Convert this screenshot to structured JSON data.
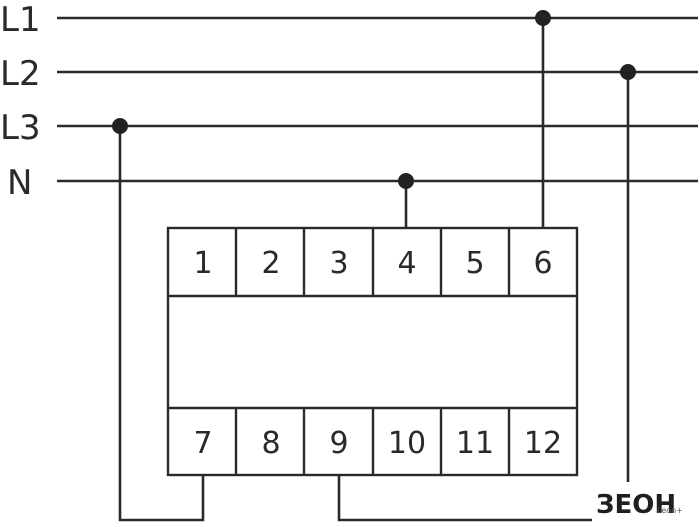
{
  "lines": [
    {
      "label": "L1"
    },
    {
      "label": "L2"
    },
    {
      "label": "L3"
    },
    {
      "label": "N"
    }
  ],
  "terminals_top": [
    "1",
    "2",
    "3",
    "4",
    "5",
    "6"
  ],
  "terminals_bottom": [
    "7",
    "8",
    "9",
    "10",
    "11",
    "12"
  ],
  "logo": {
    "text": "ЗЕОН",
    "sub_text": "Leon+"
  },
  "colors": {
    "ink": "#2a2a2a",
    "background": "#ffffff"
  }
}
